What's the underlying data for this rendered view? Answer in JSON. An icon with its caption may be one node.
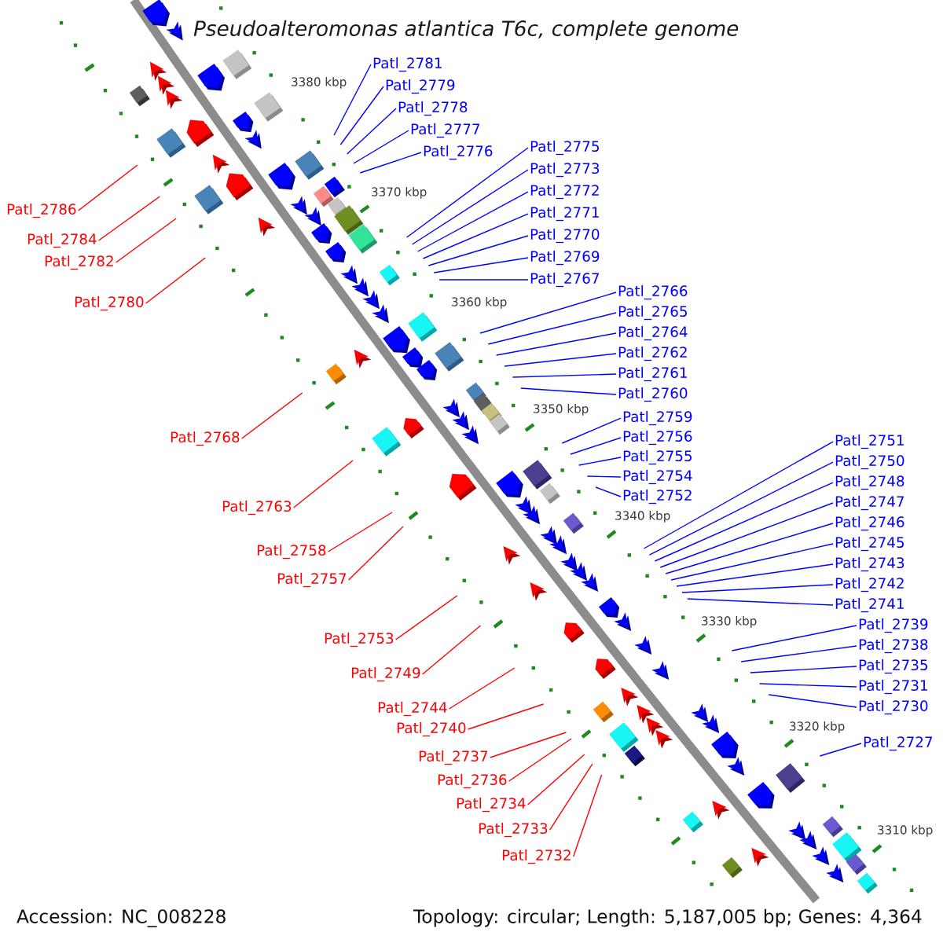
{
  "diagram": {
    "title": "Pseudoalteromonas atlantica T6c, complete genome",
    "nodes": [
      {
        "text": [
          "Patl_2781"
        ]
      },
      {
        "text": [
          "Patl_2773"
        ]
      },
      {
        "text": [
          "Patl_2779"
        ]
      },
      {
        "text": [
          "Patl_2772"
        ]
      },
      {
        "text": [
          "Patl_2778"
        ]
      },
      {
        "text": [
          "Patl_2775"
        ]
      },
      {
        "text": [
          "Patl_2771"
        ]
      },
      {
        "text": [
          "Patl_2777"
        ]
      },
      {
        "text": [
          "Patl_2770"
        ]
      },
      {
        "text": [
          "Patl_2776"
        ]
      },
      {
        "text": [
          "Patl_2769"
        ]
      },
      {
        "text": [
          "Patl_2766"
        ]
      },
      {
        "text": [
          "Patl_2786"
        ]
      },
      {
        "text": [
          "Patl_2765"
        ]
      },
      {
        "text": [
          "Patl_2784"
        ]
      },
      {
        "text": [
          "Patl_2764"
        ]
      },
      {
        "text": [
          "Patl_2767"
        ]
      },
      {
        "text": [
          "Patl_2782"
        ]
      },
      {
        "text": [
          "Patl_2761"
        ]
      },
      {
        "text": [
          "Patl_2760"
        ]
      },
      {
        "text": [
          "Patl_2780"
        ]
      },
      {
        "text": [
          "Patl_2762"
        ]
      },
      {
        "text": [
          "Patl_2752"
        ]
      },
      {
        "text": [
          "Patl_2748"
        ]
      },
      {
        "text": [
          "Patl_2754"
        ]
      },
      {
        "text": [
          "Patl_2759"
        ]
      },
      {
        "text": [
          "Patl_2751"
        ]
      },
      {
        "text": [
          "Patl_2746"
        ]
      },
      {
        "text": [
          "Patl_2756"
        ]
      },
      {
        "text": [
          "Patl_2745"
        ]
      },
      {
        "text": [
          "Patl_2750"
        ]
      },
      {
        "text": [
          "Patl_2755"
        ]
      },
      {
        "text": [
          "Patl_2742"
        ]
      },
      {
        "text": [
          "Patl_2768"
        ]
      },
      {
        "text": [
          "Patl_2747"
        ]
      },
      {
        "text": [
          "Patl_2741"
        ]
      },
      {
        "text": [
          "Patl_2739"
        ]
      },
      {
        "text": [
          "Patl_2763"
        ]
      },
      {
        "text": [
          "Patl_2738"
        ]
      },
      {
        "text": [
          "Patl_2743"
        ]
      },
      {
        "text": [
          "Patl_2758"
        ]
      },
      {
        "text": [
          "Patl_2757"
        ]
      },
      {
        "text": [
          "Patl_2735"
        ]
      },
      {
        "text": [
          "Patl_2731"
        ]
      },
      {
        "text": [
          "Patl_2730"
        ]
      },
      {
        "text": [
          "Patl_2753"
        ]
      },
      {
        "text": [
          "Patl_2749"
        ]
      },
      {
        "text": [
          "Patl_2727"
        ]
      },
      {
        "text": [
          "Patl_2744"
        ]
      },
      {
        "text": [
          "Patl_2740"
        ]
      },
      {
        "text": [
          "Patl_2737"
        ]
      },
      {
        "text": [
          "Patl_2736"
        ]
      },
      {
        "text": [
          "Patl_2734"
        ]
      },
      {
        "text": [
          "Patl_2733"
        ]
      },
      {
        "text": [
          "Patl_2732"
        ]
      }
    ],
    "edges": [
      {
        "from": 0,
        "to": null,
        "arrow": "none"
      },
      {
        "from": 1,
        "to": null,
        "arrow": "none"
      },
      {
        "from": 2,
        "to": null,
        "arrow": "none"
      },
      {
        "from": 3,
        "to": null,
        "arrow": "none"
      },
      {
        "from": 4,
        "to": null,
        "arrow": "none"
      },
      {
        "from": 5,
        "to": null,
        "arrow": "none"
      },
      {
        "from": 6,
        "to": null,
        "arrow": "none"
      },
      {
        "from": 7,
        "to": null,
        "arrow": "none"
      },
      {
        "from": 8,
        "to": null,
        "arrow": "none"
      },
      {
        "from": 9,
        "to": null,
        "arrow": "none"
      },
      {
        "from": 10,
        "to": null,
        "arrow": "none"
      },
      {
        "from": 11,
        "to": null,
        "arrow": "none"
      },
      {
        "from": 12,
        "to": null,
        "arrow": "none",
        "color": "#ff0000"
      },
      {
        "from": 13,
        "to": null,
        "arrow": "none"
      },
      {
        "from": 14,
        "to": null,
        "arrow": "none",
        "color": "#ff0000"
      },
      {
        "from": 15,
        "to": null,
        "arrow": "none"
      },
      {
        "from": 16,
        "to": null,
        "arrow": "none"
      },
      {
        "from": 17,
        "to": null,
        "arrow": "none",
        "color": "#ff0000"
      },
      {
        "from": 18,
        "to": null,
        "arrow": "none"
      },
      {
        "from": 19,
        "to": null,
        "arrow": "none"
      },
      {
        "from": 20,
        "to": null,
        "arrow": "none",
        "color": "#ff0000"
      },
      {
        "from": 21,
        "to": null,
        "arrow": "none"
      },
      {
        "from": 22,
        "to": null,
        "arrow": "none"
      },
      {
        "from": 23,
        "to": null,
        "arrow": "none"
      },
      {
        "from": 24,
        "to": null,
        "arrow": "none"
      },
      {
        "from": 25,
        "to": null,
        "arrow": "none"
      },
      {
        "from": 26,
        "to": null,
        "arrow": "none"
      },
      {
        "from": 27,
        "to": null,
        "arrow": "none"
      },
      {
        "from": 28,
        "to": null,
        "arrow": "none"
      },
      {
        "from": 29,
        "to": null,
        "arrow": "none"
      },
      {
        "from": 30,
        "to": null,
        "arrow": "none"
      },
      {
        "from": 31,
        "to": null,
        "arrow": "none"
      },
      {
        "from": 32,
        "to": null,
        "arrow": "none"
      },
      {
        "from": 33,
        "to": null,
        "arrow": "none",
        "color": "#ff0000"
      },
      {
        "from": 34,
        "to": null,
        "arrow": "none"
      },
      {
        "from": 35,
        "to": null,
        "arrow": "none"
      },
      {
        "from": 36,
        "to": null,
        "arrow": "none"
      },
      {
        "from": 37,
        "to": null,
        "arrow": "none",
        "color": "#ff0000"
      },
      {
        "from": 38,
        "to": null,
        "arrow": "none"
      },
      {
        "from": 39,
        "to": null,
        "arrow": "none"
      },
      {
        "from": 40,
        "to": null,
        "arrow": "none",
        "color": "#ff0000"
      },
      {
        "from": 41,
        "to": null,
        "arrow": "none",
        "color": "#ff0000"
      },
      {
        "from": 42,
        "to": null,
        "arrow": "none"
      },
      {
        "from": 43,
        "to": null,
        "arrow": "none"
      },
      {
        "from": 44,
        "to": null,
        "arrow": "none"
      },
      {
        "from": 45,
        "to": null,
        "arrow": "none",
        "color": "#ff0000"
      },
      {
        "from": 46,
        "to": null,
        "arrow": "none",
        "color": "#ff0000"
      },
      {
        "from": 47,
        "to": null,
        "arrow": "none"
      },
      {
        "from": 48,
        "to": null,
        "arrow": "none",
        "color": "#ff0000"
      },
      {
        "from": 49,
        "to": null,
        "arrow": "none",
        "color": "#ff0000"
      },
      {
        "from": 50,
        "to": null,
        "arrow": "none",
        "color": "#ff0000"
      },
      {
        "from": 51,
        "to": null,
        "arrow": "none",
        "color": "#ff0000"
      },
      {
        "from": 52,
        "to": null,
        "arrow": "none",
        "color": "#ff0000"
      },
      {
        "from": 53,
        "to": null,
        "arrow": "none",
        "color": "#ff0000"
      },
      {
        "from": 54,
        "to": null,
        "arrow": "none",
        "color": "#ff0000"
      }
    ],
    "labels": [
      "3380 kbp",
      "3370 kbp",
      "3360 kbp",
      "3350 kbp",
      "3340 kbp",
      "3330 kbp",
      "3320 kbp",
      "3310 kbp",
      "Accession: NC_008228",
      "Topology: circular; Length: 5,187,005 bp; Genes: 4,364"
    ]
  }
}
